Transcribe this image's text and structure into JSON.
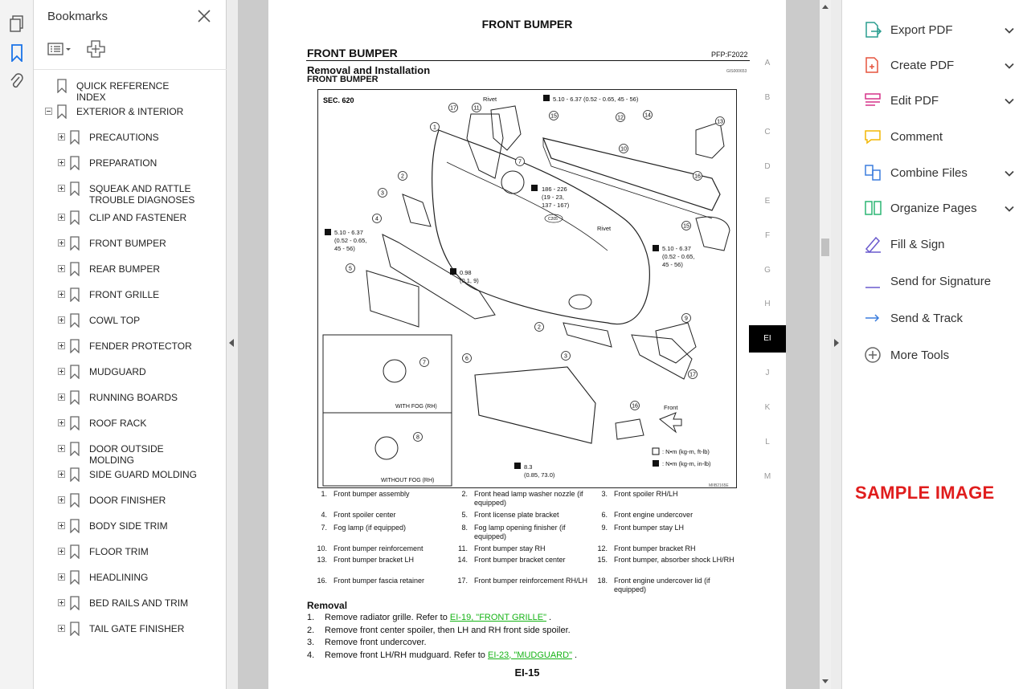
{
  "bookmarks": {
    "title": "Bookmarks",
    "items": [
      {
        "label": "QUICK REFERENCE INDEX",
        "level": 0,
        "expander": "none"
      },
      {
        "label": "EXTERIOR & INTERIOR",
        "level": 0,
        "expander": "minus"
      },
      {
        "label": "PRECAUTIONS",
        "level": 1,
        "expander": "plus"
      },
      {
        "label": "PREPARATION",
        "level": 1,
        "expander": "plus"
      },
      {
        "label": "SQUEAK AND RATTLE TROUBLE DIAGNOSES",
        "level": 1,
        "expander": "plus"
      },
      {
        "label": "CLIP AND FASTENER",
        "level": 1,
        "expander": "plus"
      },
      {
        "label": "FRONT BUMPER",
        "level": 1,
        "expander": "plus"
      },
      {
        "label": "REAR BUMPER",
        "level": 1,
        "expander": "plus"
      },
      {
        "label": "FRONT GRILLE",
        "level": 1,
        "expander": "plus"
      },
      {
        "label": "COWL TOP",
        "level": 1,
        "expander": "plus"
      },
      {
        "label": "FENDER PROTECTOR",
        "level": 1,
        "expander": "plus"
      },
      {
        "label": "MUDGUARD",
        "level": 1,
        "expander": "plus"
      },
      {
        "label": "RUNNING BOARDS",
        "level": 1,
        "expander": "plus"
      },
      {
        "label": "ROOF RACK",
        "level": 1,
        "expander": "plus"
      },
      {
        "label": "DOOR OUTSIDE MOLDING",
        "level": 1,
        "expander": "plus"
      },
      {
        "label": "SIDE GUARD MOLDING",
        "level": 1,
        "expander": "plus"
      },
      {
        "label": "DOOR FINISHER",
        "level": 1,
        "expander": "plus"
      },
      {
        "label": "BODY SIDE TRIM",
        "level": 1,
        "expander": "plus"
      },
      {
        "label": "FLOOR TRIM",
        "level": 1,
        "expander": "plus"
      },
      {
        "label": "HEADLINING",
        "level": 1,
        "expander": "plus"
      },
      {
        "label": "BED RAILS AND TRIM",
        "level": 1,
        "expander": "plus"
      },
      {
        "label": "TAIL GATE FINISHER",
        "level": 1,
        "expander": "plus"
      }
    ]
  },
  "document": {
    "header": "FRONT BUMPER",
    "section_title": "FRONT BUMPER",
    "pfp": "PFP:F2022",
    "subtitle": "Removal and Installation",
    "gi_code": "GIS000653",
    "subsubtitle": "FRONT BUMPER",
    "diagram": {
      "sec": "SEC. 620",
      "rivet1": "Rivet",
      "rivet2": "Rivet",
      "torque1": "5.10 - 6.37 (0.52 - 0.65, 45 - 56)",
      "torque2a": "186 - 226",
      "torque2b": "(19 - 23,",
      "torque2c": "137 - 167)",
      "torque3a": "5.10 - 6.37",
      "torque3b": "(0.52 - 0.65,",
      "torque3c": "45 - 56)",
      "torque4a": "5.10 - 6.37",
      "torque4b": "(0.52 - 0.65,",
      "torque4c": "45 - 56)",
      "torque5a": "0.98",
      "torque5b": "(0.1, 9)",
      "torque6a": "8.3",
      "torque6b": "(0.85, 73.0)",
      "with_fog": "WITH FOG (RH)",
      "without_fog": "WITHOUT FOG (RH)",
      "front": "Front",
      "legend1": ": N•m (kg-m, ft-lb)",
      "legend2": ": N•m (kg-m, in-lb)",
      "code": "MIIB2165E",
      "c205": "C205"
    },
    "parts": [
      {
        "n": "1.",
        "t": "Front bumper assembly"
      },
      {
        "n": "2.",
        "t": "Front head lamp washer nozzle (if equipped)"
      },
      {
        "n": "3.",
        "t": "Front spoiler RH/LH"
      },
      {
        "n": "4.",
        "t": "Front spoiler center"
      },
      {
        "n": "5.",
        "t": "Front license plate bracket"
      },
      {
        "n": "6.",
        "t": "Front engine undercover"
      },
      {
        "n": "7.",
        "t": "Fog lamp (if equipped)"
      },
      {
        "n": "8.",
        "t": "Fog lamp opening finisher (if equipped)"
      },
      {
        "n": "9.",
        "t": "Front bumper stay LH"
      },
      {
        "n": "10.",
        "t": "Front bumper reinforcement"
      },
      {
        "n": "11.",
        "t": "Front bumper stay RH"
      },
      {
        "n": "12.",
        "t": "Front bumper bracket RH"
      },
      {
        "n": "13.",
        "t": "Front bumper bracket LH"
      },
      {
        "n": "14.",
        "t": "Front bumper bracket center"
      },
      {
        "n": "15.",
        "t": "Front bumper, absorber shock LH/RH"
      },
      {
        "n": "16.",
        "t": "Front bumper fascia retainer"
      },
      {
        "n": "17.",
        "t": "Front bumper reinforcement RH/LH"
      },
      {
        "n": "18.",
        "t": "Front engine undercover lid (if equipped)"
      }
    ],
    "removal_heading": "Removal",
    "steps": [
      {
        "n": "1.",
        "pre": "Remove radiator grille. Refer to ",
        "link": "EI-19, \"FRONT GRILLE\"",
        "post": " ."
      },
      {
        "n": "2.",
        "pre": "Remove front center spoiler, then LH and RH front side spoiler.",
        "link": "",
        "post": ""
      },
      {
        "n": "3.",
        "pre": "Remove front undercover.",
        "link": "",
        "post": ""
      },
      {
        "n": "4.",
        "pre": "Remove front LH/RH mudguard. Refer to ",
        "link": "EI-23, \"MUDGUARD\"",
        "post": " ."
      }
    ],
    "page_number": "EI-15",
    "tabs": [
      "A",
      "B",
      "C",
      "D",
      "E",
      "F",
      "G",
      "H",
      "EI",
      "J",
      "K",
      "L",
      "M"
    ],
    "active_tab": "EI"
  },
  "tools": {
    "items": [
      {
        "label": "Export PDF",
        "icon": "export-pdf-icon",
        "chevron": true,
        "color": "#2a9d8f"
      },
      {
        "label": "Create PDF",
        "icon": "create-pdf-icon",
        "chevron": true,
        "color": "#e5533d"
      },
      {
        "label": "Edit PDF",
        "icon": "edit-pdf-icon",
        "chevron": true,
        "color": "#d6338a"
      },
      {
        "label": "Comment",
        "icon": "comment-icon",
        "chevron": false,
        "color": "#f2b705"
      },
      {
        "label": "Combine Files",
        "icon": "combine-files-icon",
        "chevron": true,
        "color": "#3b7ddd"
      },
      {
        "label": "Organize Pages",
        "icon": "organize-pages-icon",
        "chevron": true,
        "color": "#2bb673"
      },
      {
        "label": "Fill & Sign",
        "icon": "fill-sign-icon",
        "chevron": false,
        "color": "#6a5acd"
      },
      {
        "label": "Send for Signature",
        "icon": "send-signature-icon",
        "chevron": false,
        "color": "#6a5acd"
      },
      {
        "label": "Send & Track",
        "icon": "send-track-icon",
        "chevron": false,
        "color": "#3b7ddd"
      },
      {
        "label": "More Tools",
        "icon": "more-tools-icon",
        "chevron": false,
        "color": "#666666"
      }
    ]
  },
  "watermark": "SAMPLE IMAGE",
  "colors": {
    "link": "#16b316",
    "watermark": "#e01d1d",
    "active_tab": "#000000"
  }
}
